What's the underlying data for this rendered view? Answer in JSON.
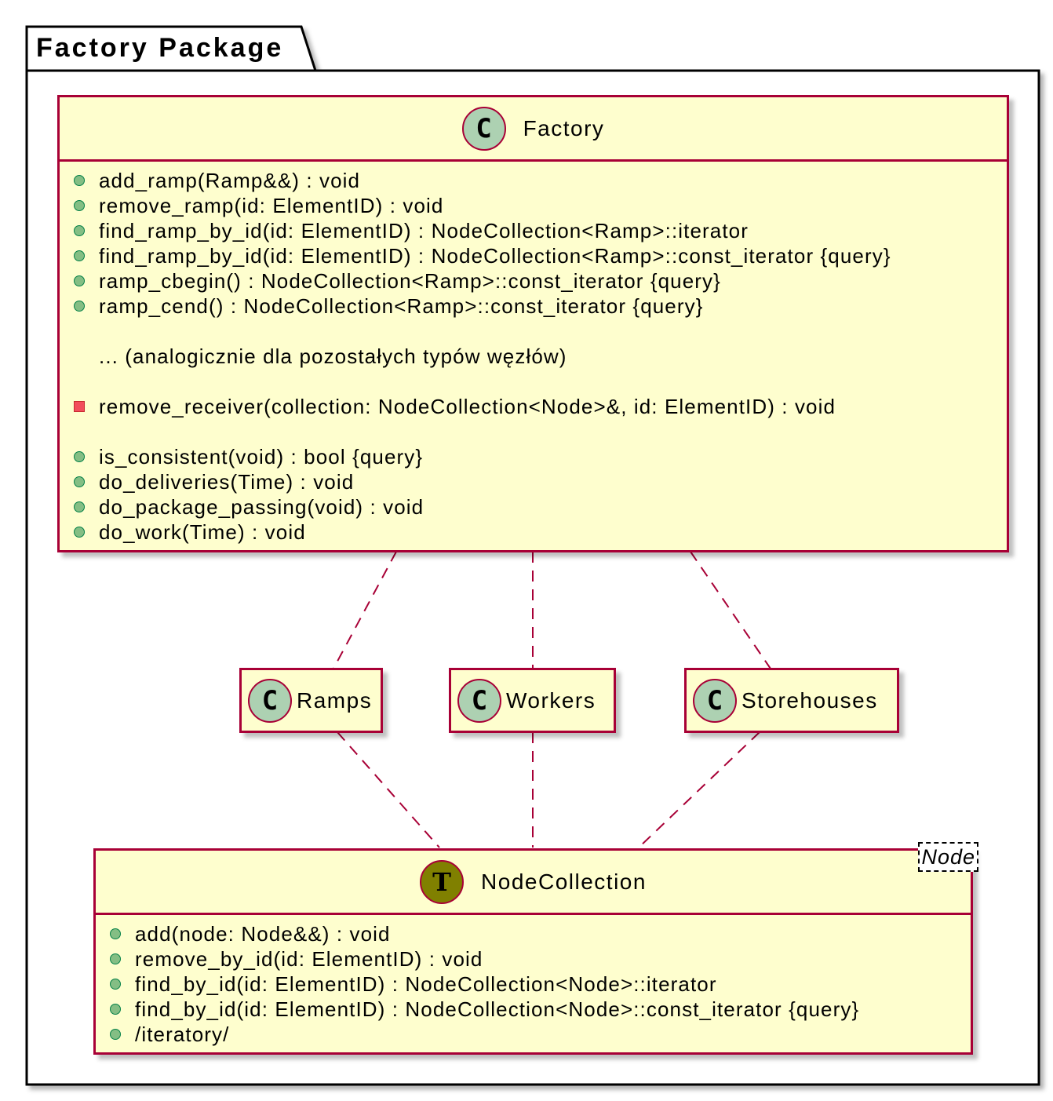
{
  "package": {
    "title": "Factory Package"
  },
  "factory": {
    "name": "Factory",
    "badge": "C",
    "members": [
      {
        "vis": "public",
        "text": "add_ramp(Ramp&&) : void"
      },
      {
        "vis": "public",
        "text": "remove_ramp(id: ElementID) : void"
      },
      {
        "vis": "public",
        "text": "find_ramp_by_id(id: ElementID) : NodeCollection<Ramp>::iterator"
      },
      {
        "vis": "public",
        "text": "find_ramp_by_id(id: ElementID) : NodeCollection<Ramp>::const_iterator {query}"
      },
      {
        "vis": "public",
        "text": "ramp_cbegin() : NodeCollection<Ramp>::const_iterator {query}"
      },
      {
        "vis": "public",
        "text": "ramp_cend() : NodeCollection<Ramp>::const_iterator {query}"
      },
      {
        "vis": "none",
        "text": ""
      },
      {
        "vis": "none",
        "text": "... (analogicznie dla pozostałych typów węzłów)"
      },
      {
        "vis": "none",
        "text": ""
      },
      {
        "vis": "private",
        "text": "remove_receiver(collection: NodeCollection<Node>&, id: ElementID) : void"
      },
      {
        "vis": "none",
        "text": ""
      },
      {
        "vis": "public",
        "text": "is_consistent(void) : bool {query}"
      },
      {
        "vis": "public",
        "text": "do_deliveries(Time) : void"
      },
      {
        "vis": "public",
        "text": "do_package_passing(void) : void"
      },
      {
        "vis": "public",
        "text": "do_work(Time) : void"
      }
    ]
  },
  "ramps": {
    "name": "Ramps",
    "badge": "C"
  },
  "workers": {
    "name": "Workers",
    "badge": "C"
  },
  "storehouses": {
    "name": "Storehouses",
    "badge": "C"
  },
  "node_collection": {
    "name": "NodeCollection",
    "badge": "T",
    "type_param": "Node",
    "members": [
      {
        "vis": "public",
        "text": "add(node: Node&&) : void"
      },
      {
        "vis": "public",
        "text": "remove_by_id(id: ElementID) : void"
      },
      {
        "vis": "public",
        "text": "find_by_id(id: ElementID) : NodeCollection<Node>::iterator"
      },
      {
        "vis": "public",
        "text": "find_by_id(id: ElementID) : NodeCollection<Node>::const_iterator {query}"
      },
      {
        "vis": "public",
        "text": "/iteratory/"
      }
    ]
  },
  "colors": {
    "class_fill": "#FEFECE",
    "class_border": "#A80036",
    "class_badge": "#ADD1B2",
    "template_badge": "#808000",
    "public_dot": "#84BE84",
    "private_square": "#F24D5C"
  }
}
